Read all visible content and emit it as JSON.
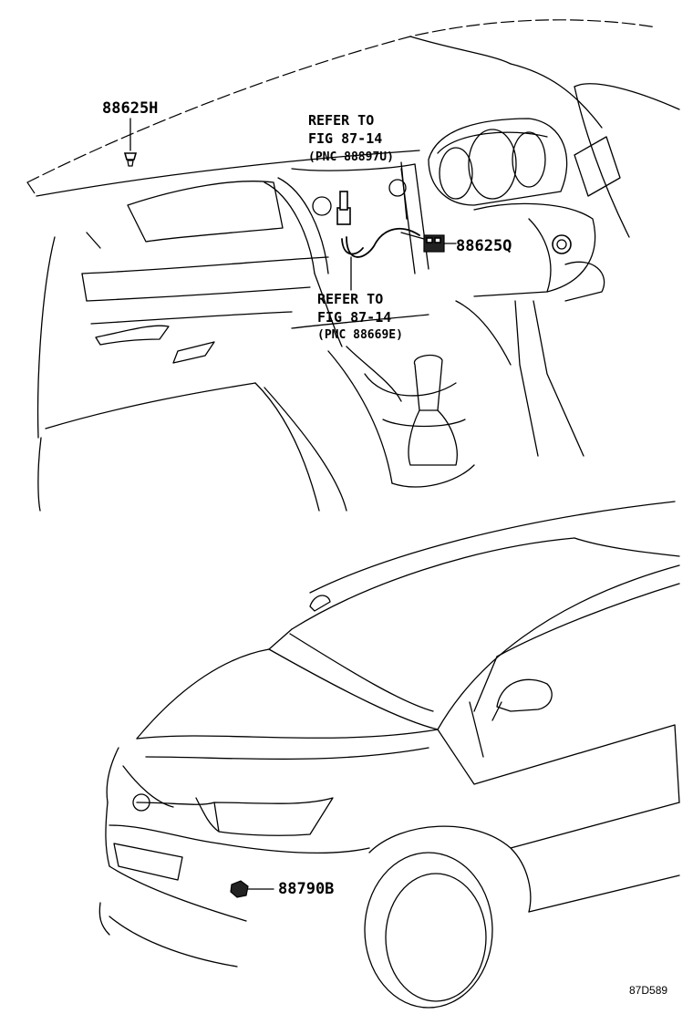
{
  "labels": {
    "part_88625H": "88625H",
    "ref1_line1": "REFER TO",
    "ref1_line2": "FIG 87-14",
    "ref1_line3": "(PNC 88897U)",
    "part_88625Q": "88625Q",
    "ref2_line1": "REFER TO",
    "ref2_line2": "FIG 87-14",
    "ref2_line3": "(PNC 88669E)",
    "part_88790B": "88790B",
    "figure_ref": "87D589"
  }
}
